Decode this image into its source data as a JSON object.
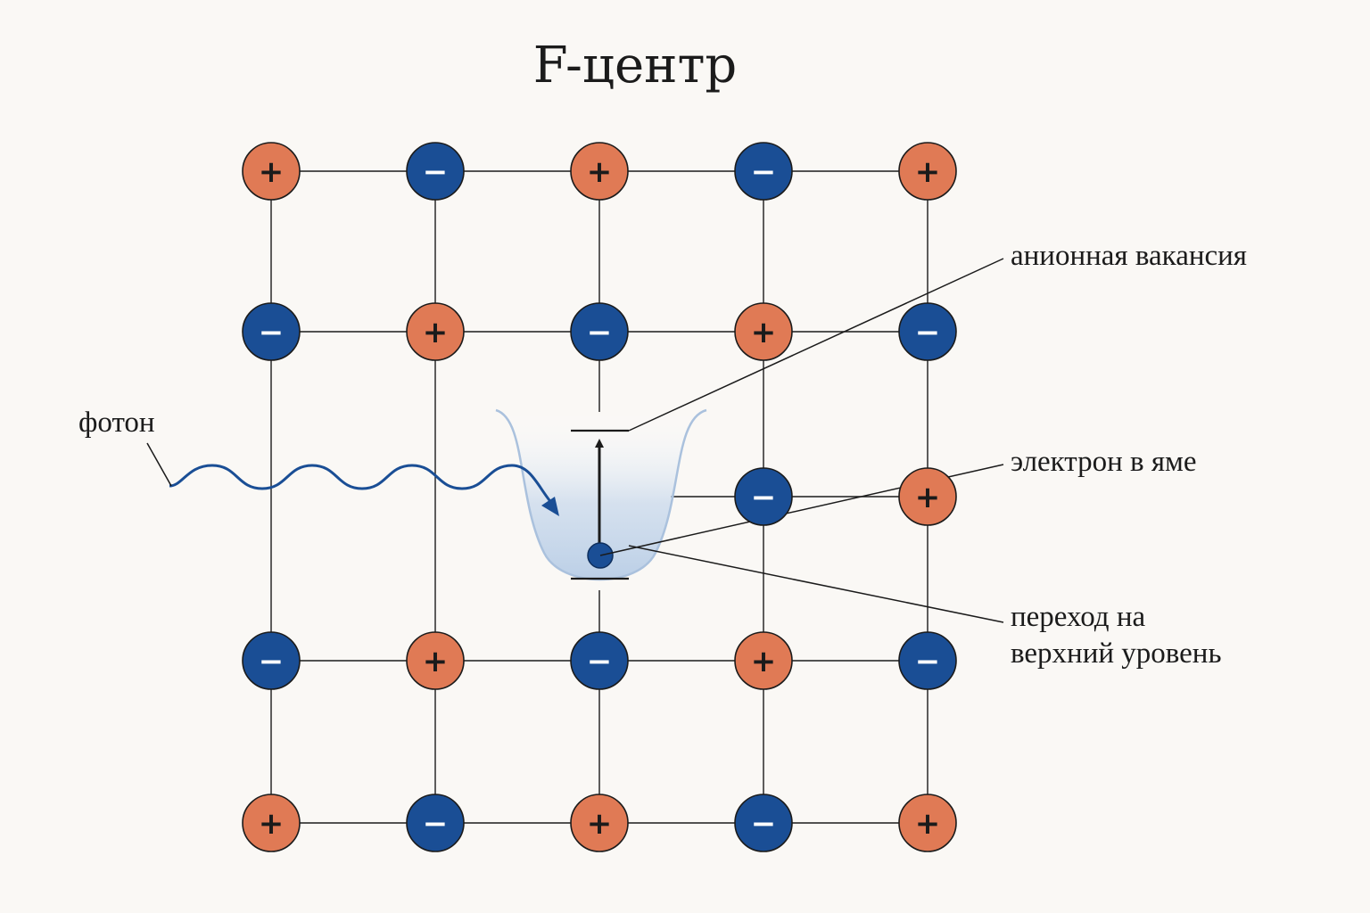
{
  "title": "F-центр",
  "labels": {
    "photon": "фотон",
    "vacancy": "анионная вакансия",
    "electron": "электрон в яме",
    "transition_line1": "переход на",
    "transition_line2": "верхний уровень"
  },
  "ions": {
    "positive_symbol": "+",
    "negative_symbol": "−",
    "positive_color": "#e07a55",
    "negative_color": "#1a4e95",
    "grid": [
      [
        "+",
        "−",
        "+",
        "−",
        "+"
      ],
      [
        "−",
        "+",
        "−",
        "+",
        "−"
      ],
      [
        "",
        "",
        "vacancy",
        "−",
        "+"
      ],
      [
        "−",
        "+",
        "−",
        "+",
        "−"
      ],
      [
        "+",
        "−",
        "+",
        "−",
        "+"
      ]
    ]
  },
  "colors": {
    "photon_wave": "#1a4e95",
    "well_fill": "#c9d9ec",
    "lines": "#1b1b1b"
  }
}
